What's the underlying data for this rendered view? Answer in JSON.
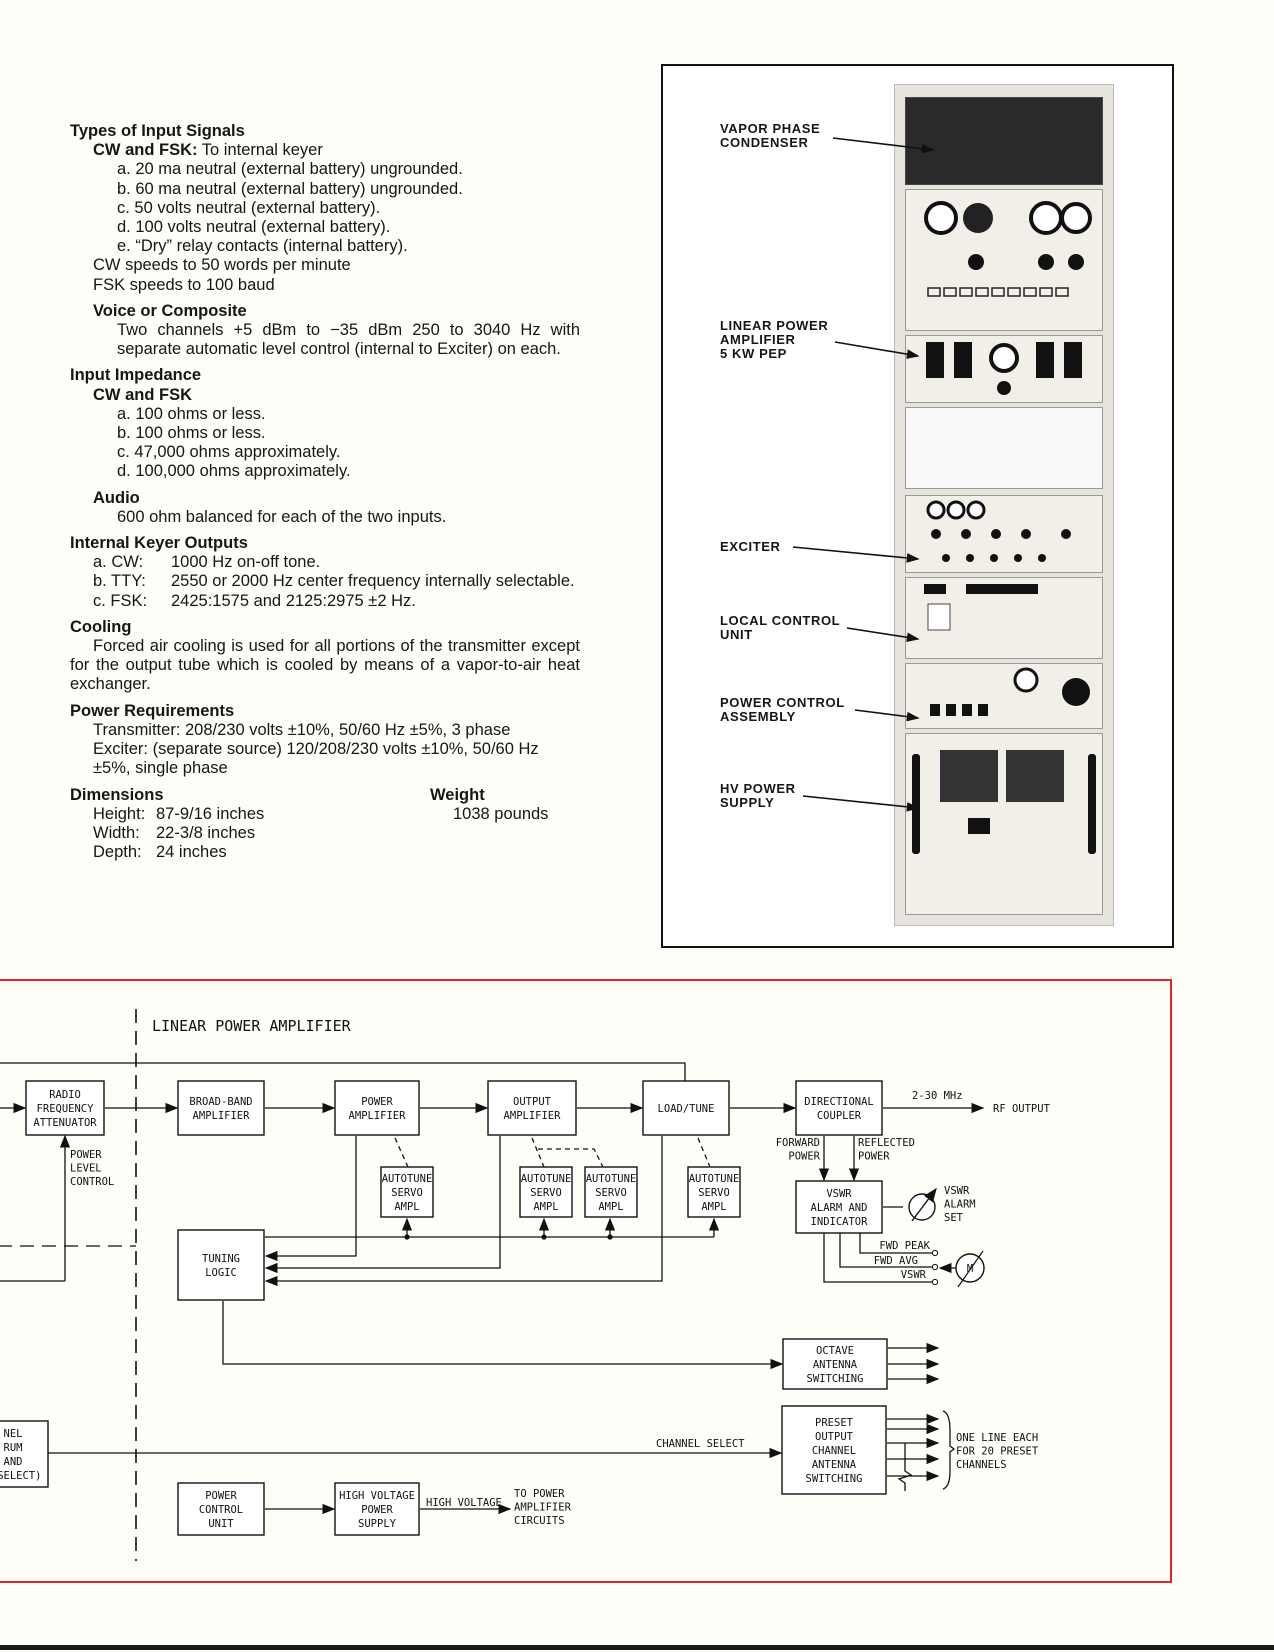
{
  "specs": {
    "input_signals": {
      "heading": "Types of Input Signals",
      "cw_fsk_label": "CW and FSK:",
      "cw_fsk_value": "To internal keyer",
      "items": [
        "a.  20 ma neutral (external battery) ungrounded.",
        "b.  60 ma neutral (external battery) ungrounded.",
        "c.  50 volts neutral (external battery).",
        "d.  100 volts neutral (external battery).",
        "e.  “Dry” relay contacts (internal battery)."
      ],
      "cw_speed": "CW speeds to 50 words per minute",
      "fsk_speed": "FSK speeds to 100 baud"
    },
    "voice": {
      "heading": "Voice or Composite",
      "text": "Two channels +5 dBm to −35 dBm 250 to 3040 Hz with separate automatic level control (internal to Exciter) on each."
    },
    "impedance": {
      "heading": "Input Impedance",
      "sub": "CW and FSK",
      "items": [
        "a.  100 ohms or less.",
        "b.  100 ohms or less.",
        "c.  47,000 ohms approximately.",
        "d.  100,000 ohms approximately."
      ],
      "audio_heading": "Audio",
      "audio_text": "600 ohm balanced for each of the two inputs."
    },
    "keyer": {
      "heading": "Internal Keyer Outputs",
      "items": [
        {
          "k": "a.  CW:",
          "v": "1000 Hz on-off tone."
        },
        {
          "k": "b.  TTY:",
          "v": "2550 or 2000 Hz center frequency internally selectable."
        },
        {
          "k": "c.  FSK:",
          "v": "2425:1575 and 2125:2975 ±2 Hz."
        }
      ]
    },
    "cooling": {
      "heading": "Cooling",
      "text": "Forced air cooling is used for all portions of the transmitter except for the output tube which is cooled by means of a vapor-to-air heat exchanger."
    },
    "power": {
      "heading": "Power Requirements",
      "transmitter": "Transmitter: 208/230 volts ±10%, 50/60 Hz ±5%, 3 phase",
      "exciter": "Exciter: (separate source) 120/208/230 volts ±10%, 50/60 Hz ±5%, single phase"
    },
    "dimensions": {
      "heading": "Dimensions",
      "items": [
        {
          "k": "Height:",
          "v": "87-9/16 inches"
        },
        {
          "k": "Width:",
          "v": "22-3/8 inches"
        },
        {
          "k": "Depth:",
          "v": "24 inches"
        }
      ]
    },
    "weight": {
      "heading": "Weight",
      "value": "1038 pounds"
    }
  },
  "photo": {
    "callouts": [
      "VAPOR PHASE\nCONDENSER",
      "LINEAR POWER\nAMPLIFIER\n5 KW PEP",
      "EXCITER",
      "LOCAL CONTROL\nUNIT",
      "POWER CONTROL\nASSEMBLY",
      "HV POWER\nSUPPLY"
    ]
  },
  "diagram": {
    "section_title": "LINEAR POWER AMPLIFIER",
    "blocks": {
      "rf_attenuator": [
        "RADIO",
        "FREQUENCY",
        "ATTENUATOR"
      ],
      "broadband": [
        "BROAD-BAND",
        "AMPLIFIER"
      ],
      "power_amp": [
        "POWER",
        "AMPLIFIER"
      ],
      "output_amp": [
        "OUTPUT",
        "AMPLIFIER"
      ],
      "load_tune": [
        "LOAD/TUNE"
      ],
      "dir_coupler": [
        "DIRECTIONAL",
        "COUPLER"
      ],
      "autotune": [
        "AUTOTUNE",
        "SERVO",
        "AMPL"
      ],
      "tuning_logic": [
        "TUNING",
        "LOGIC"
      ],
      "vswr": [
        "VSWR",
        "ALARM AND",
        "INDICATOR"
      ],
      "octave": [
        "OCTAVE",
        "ANTENNA",
        "SWITCHING"
      ],
      "preset": [
        "PRESET",
        "OUTPUT",
        "CHANNEL",
        "ANTENNA",
        "SWITCHING"
      ],
      "power_control": [
        "POWER",
        "CONTROL",
        "UNIT"
      ],
      "hv_supply": [
        "HIGH VOLTAGE",
        "POWER",
        "SUPPLY"
      ],
      "channel_drum": [
        "NEL",
        "RUM",
        "AND",
        "T SELECT)"
      ]
    },
    "labels": {
      "power_level": [
        "POWER",
        "LEVEL",
        "CONTROL"
      ],
      "freq": "2-30 MHz",
      "rf_output": "RF OUTPUT",
      "forward": [
        "FORWARD",
        "POWER"
      ],
      "reflected": [
        "REFLECTED",
        "POWER"
      ],
      "vswr_set": [
        "VSWR",
        "ALARM",
        "SET"
      ],
      "fwd_peak": "FWD PEAK",
      "fwd_avg": "FWD AVG",
      "vswr": "VSWR",
      "meter": "M",
      "channel_select": "CHANNEL SELECT",
      "one_line": [
        "ONE LINE EACH",
        "FOR 20 PRESET",
        "CHANNELS"
      ],
      "high_voltage": "HIGH VOLTAGE",
      "to_power": [
        "TO POWER",
        "AMPLIFIER",
        "CIRCUITS"
      ]
    },
    "colors": {
      "border": "#e2232a"
    }
  }
}
